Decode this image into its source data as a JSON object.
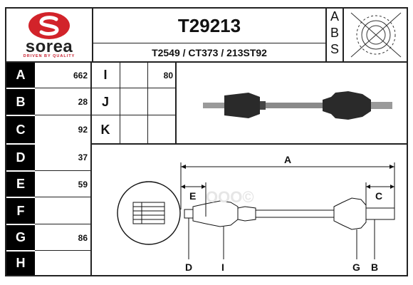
{
  "logo": {
    "brand": "sorea",
    "tagline": "DRIVEN BY QUALITY"
  },
  "part_number": "T29213",
  "cross_refs": "T2549 / CT373 / 213ST92",
  "abs_letters": [
    "A",
    "B",
    "S"
  ],
  "dimensions": [
    {
      "letter": "A",
      "value": "662"
    },
    {
      "letter": "B",
      "value": "28"
    },
    {
      "letter": "C",
      "value": "92"
    },
    {
      "letter": "D",
      "value": "37"
    },
    {
      "letter": "E",
      "value": "59"
    },
    {
      "letter": "F",
      "value": ""
    },
    {
      "letter": "G",
      "value": "86"
    },
    {
      "letter": "H",
      "value": ""
    }
  ],
  "dimensions_right": [
    {
      "letter": "I",
      "value": "80"
    },
    {
      "letter": "J",
      "value": ""
    },
    {
      "letter": "K",
      "value": ""
    }
  ],
  "diagram_labels": {
    "A": "A",
    "C": "C",
    "E": "E",
    "D": "D",
    "I": "I",
    "G": "G",
    "B": "B"
  },
  "watermark": "OOO©"
}
